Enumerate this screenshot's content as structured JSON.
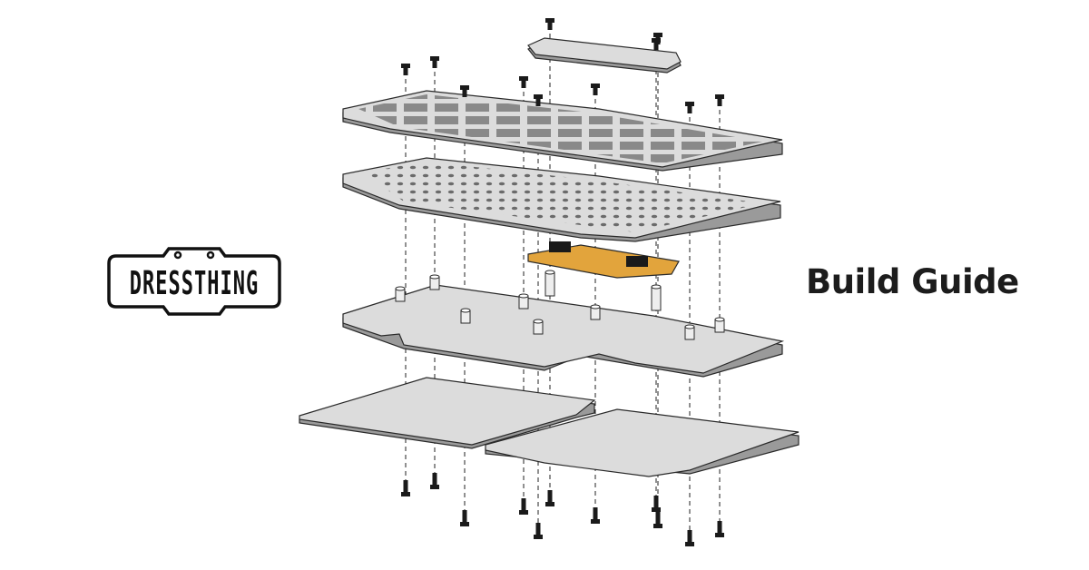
{
  "brand": {
    "logo_text": "DRESSTHING",
    "logo_icon": "dressthing-wordmark-logo"
  },
  "heading": {
    "title": "Build Guide"
  },
  "diagram": {
    "type": "exploded-assembly",
    "layers": [
      "screw-tops",
      "top-plate",
      "switch-plate",
      "controller-board",
      "standoffs",
      "pcb-plate",
      "bottom-plates",
      "screw-bottoms"
    ],
    "colors": {
      "plate_fill": "#d8d8d8",
      "plate_edge": "#9a9a9a",
      "outline": "#2a2a2a",
      "board": "#e2a43c",
      "screw": "#1a1a1a"
    }
  }
}
